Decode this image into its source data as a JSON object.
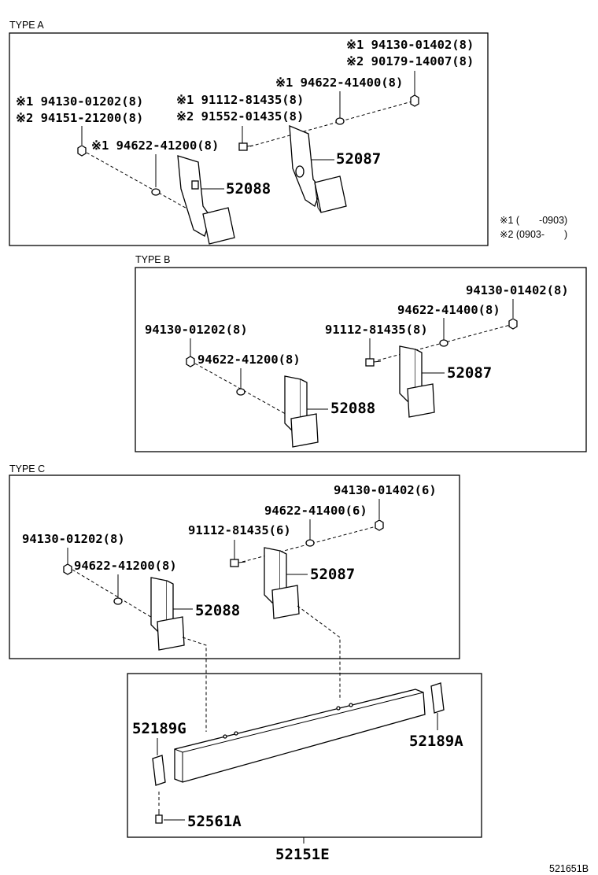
{
  "sections": {
    "type_a": "TYPE A",
    "type_b": "TYPE B",
    "type_c": "TYPE C"
  },
  "notes": {
    "note1": "※1 (　　-0903)",
    "note2": "※2 (0903-　　)"
  },
  "type_a": {
    "l1": "※1 94130-01402(8)",
    "l2": "※2 90179-14007(8)",
    "l3": "※1 94622-41400(8)",
    "l4": "※1 94130-01202(8)",
    "l5": "※2 94151-21200(8)",
    "l6": "※1 91112-81435(8)",
    "l7": "※2 91552-01435(8)",
    "l8": "※1 94622-41200(8)",
    "p1": "52087",
    "p2": "52088"
  },
  "type_b": {
    "l1": "94130-01402(8)",
    "l2": "94622-41400(8)",
    "l3": "91112-81435(8)",
    "l4": "94130-01202(8)",
    "l5": "94622-41200(8)",
    "p1": "52087",
    "p2": "52088"
  },
  "type_c": {
    "l1": "94130-01402(6)",
    "l2": "94622-41400(6)",
    "l3": "91112-81435(6)",
    "l4": "94130-01202(8)",
    "l5": "94622-41200(8)",
    "p1": "52087",
    "p2": "52088"
  },
  "bumper": {
    "p1": "52189G",
    "p2": "52189A",
    "p3": "52561A",
    "p4": "52151E"
  },
  "diagram_id": "521651B"
}
